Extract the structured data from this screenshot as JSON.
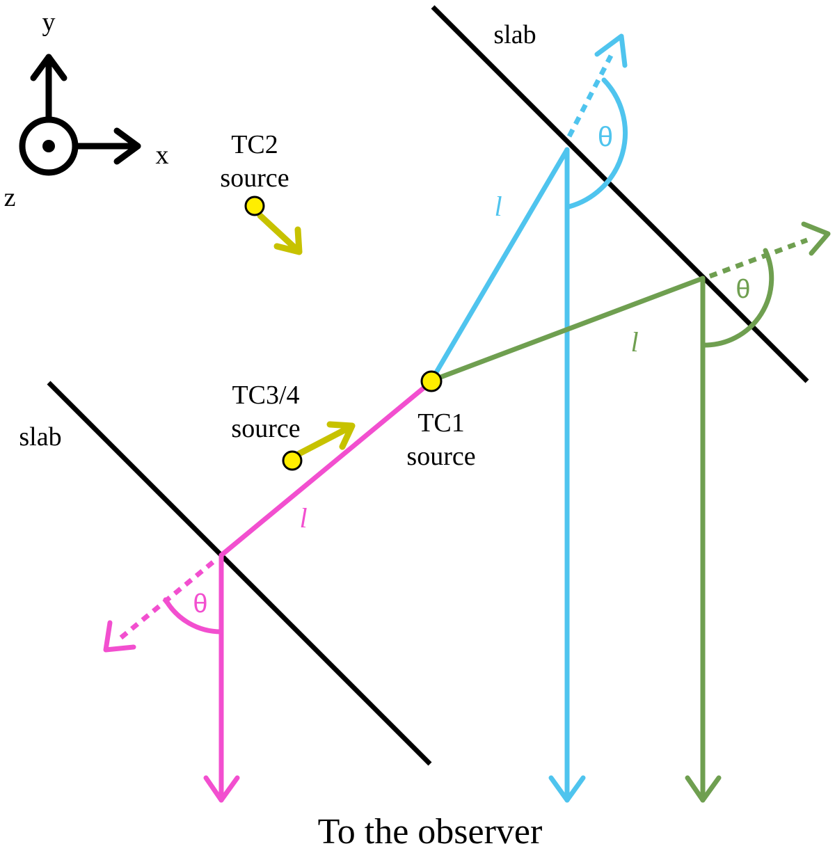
{
  "colors": {
    "blue": "#4fc4ee",
    "green": "#6f9f50",
    "magenta": "#f24fcf",
    "source_fill": "#ffee00",
    "source_arrow": "#c7c200",
    "slab": "#000000"
  },
  "axes": {
    "x": "x",
    "y": "y",
    "z": "z"
  },
  "slab_labels": {
    "upper": "slab",
    "lower": "slab"
  },
  "sources": {
    "tc1": {
      "line1": "TC1",
      "line2": "source"
    },
    "tc2": {
      "line1": "TC2",
      "line2": "source"
    },
    "tc34": {
      "line1": "TC3/4",
      "line2": "source"
    }
  },
  "path_labels": {
    "blue": "l",
    "green": "l",
    "magenta": "l"
  },
  "angle_labels": {
    "blue": "θ",
    "green": "θ",
    "magenta": "θ"
  },
  "caption": "To the observer",
  "icons": {
    "z_axis": "out-of-page-axis-icon",
    "source": "source-dot-icon",
    "velocity": "source-velocity-arrow-icon"
  }
}
